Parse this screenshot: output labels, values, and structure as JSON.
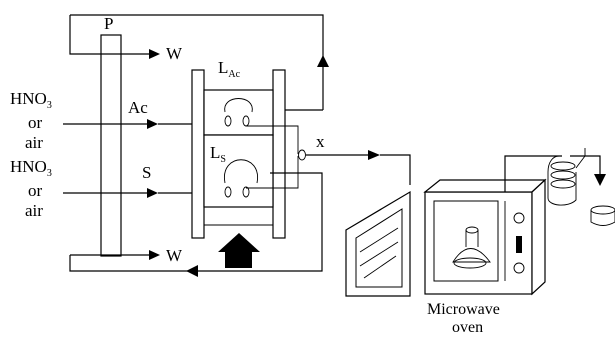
{
  "labels": {
    "pump": "P",
    "waste_top": "W",
    "waste_bottom": "W",
    "reagent_top_line1": "HNO",
    "reagent_top_sub": "3",
    "reagent_top_line2": "or",
    "reagent_top_line3": "air",
    "reagent_bottom_line1": "HNO",
    "reagent_bottom_sub": "3",
    "reagent_bottom_line2": "or",
    "reagent_bottom_line3": "air",
    "acid_channel": "Ac",
    "sample_channel": "S",
    "loop_acid": "L",
    "loop_acid_sub": "Ac",
    "loop_sample": "L",
    "loop_sample_sub": "S",
    "confluence": "x",
    "oven_line1": "Microwave",
    "oven_line2": "oven"
  }
}
